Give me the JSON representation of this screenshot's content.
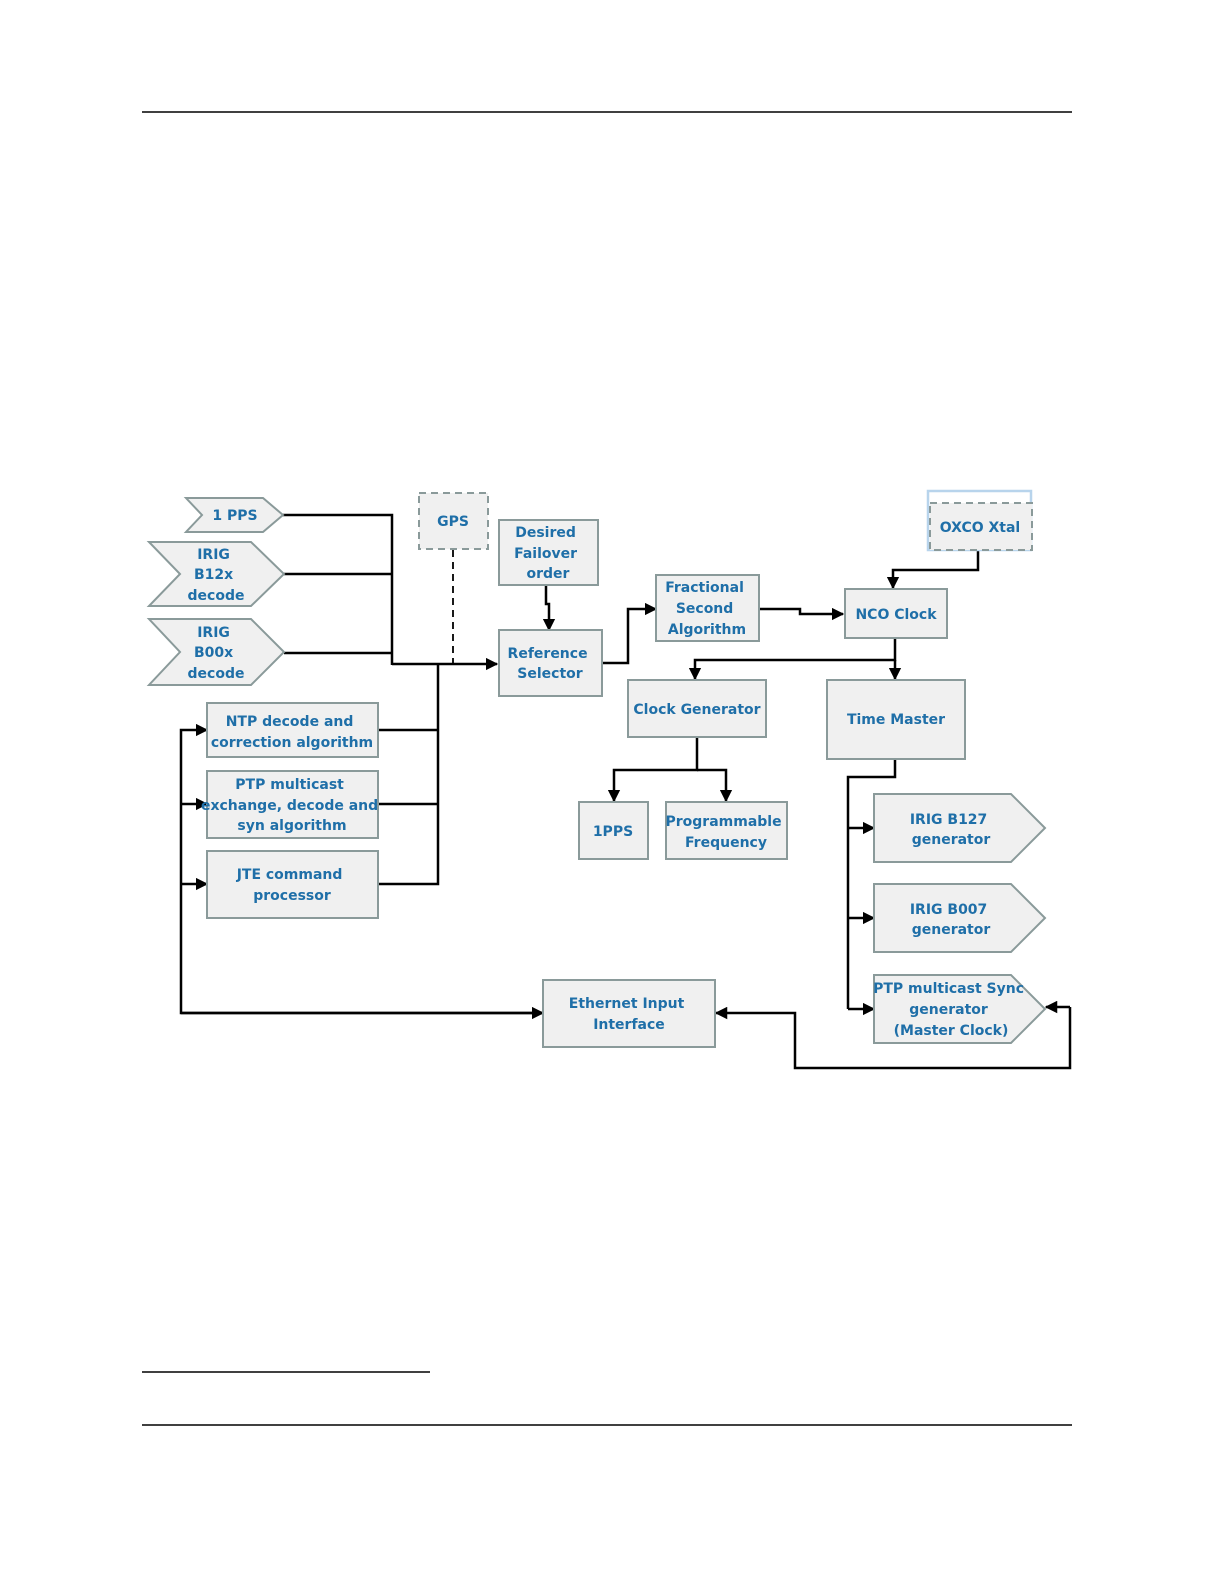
{
  "colors": {
    "block_fill": "#f0f0f0",
    "block_border": "#8a9a9a",
    "label_text": "#1f6fa8",
    "oxco_outer_border": "#b8d4ec"
  },
  "inputs": {
    "pps": [
      "1 PPS"
    ],
    "irig_b12x": [
      "IRIG",
      "B12x",
      "decode"
    ],
    "irig_b00x": [
      "IRIG",
      "B00x",
      "decode"
    ]
  },
  "sources": {
    "gps": [
      "GPS"
    ],
    "failover": [
      "Desired",
      "Failover",
      "order"
    ],
    "oxco": [
      "OXCO Xtal"
    ]
  },
  "processors": {
    "ntp": [
      "NTP decode and",
      "correction algorithm"
    ],
    "ptp": [
      "PTP  multicast",
      "exchange, decode and",
      "syn algorithm"
    ],
    "jte": [
      "JTE command",
      "processor"
    ]
  },
  "core": {
    "ref_selector": [
      "Reference",
      "Selector"
    ],
    "fractional": [
      "Fractional",
      "Second",
      "Algorithm"
    ],
    "nco": [
      "NCO Clock"
    ],
    "clock_gen": [
      "Clock Generator"
    ],
    "time_master": [
      "Time Master"
    ]
  },
  "outputs": {
    "pps1": [
      "1PPS"
    ],
    "prog_freq": [
      "Programmable",
      "Frequency"
    ],
    "irig_b127": [
      "IRIG B127",
      "generator"
    ],
    "irig_b007": [
      "IRIG B007",
      "generator"
    ],
    "ptp_sync": [
      "PTP  multicast Sync",
      "generator",
      "(Master Clock)"
    ]
  },
  "ethernet": [
    "Ethernet Input",
    "Interface"
  ]
}
